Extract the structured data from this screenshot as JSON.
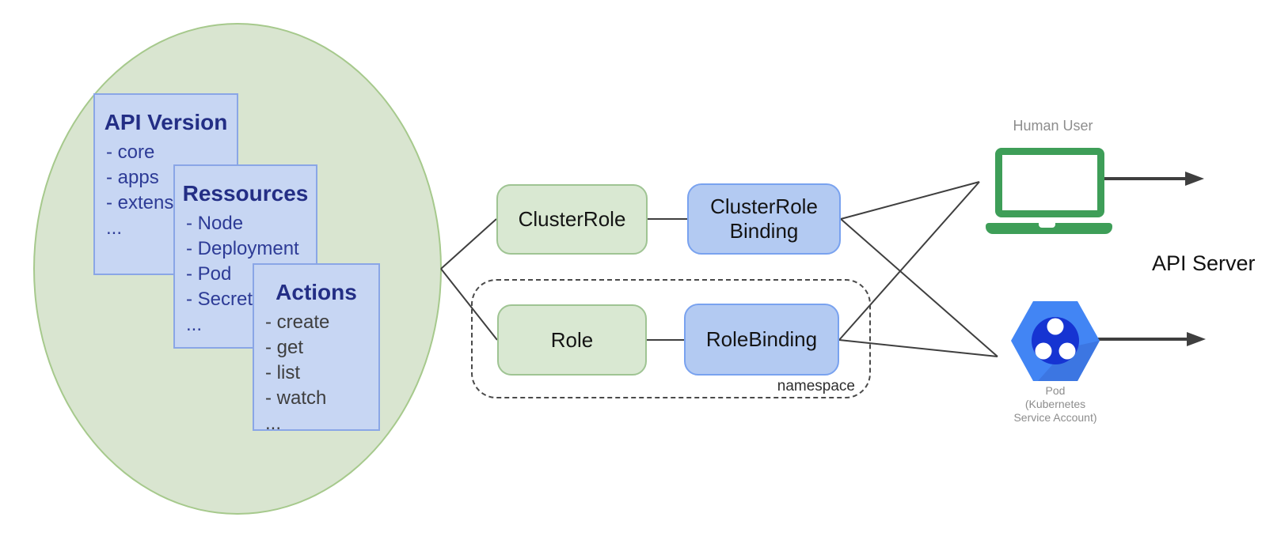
{
  "diagram": {
    "scope": {
      "cards": [
        {
          "title": "API Version",
          "items": [
            "- core",
            "- apps",
            "- extensi",
            "..."
          ]
        },
        {
          "title": "Ressources",
          "items": [
            "- Node",
            "- Deployment",
            "- Pod",
            "- Secret",
            "..."
          ]
        },
        {
          "title": "Actions",
          "items": [
            "- create",
            "- get",
            "- list",
            "- watch",
            "..."
          ]
        }
      ]
    },
    "rbac": {
      "cluster_role": "ClusterRole",
      "cluster_role_binding": "ClusterRole Binding",
      "role": "Role",
      "role_binding": "RoleBinding",
      "namespace": "namespace"
    },
    "actors": {
      "human_user": "Human User",
      "api_server": "API Server",
      "pod_caption_line1": "Pod",
      "pod_caption_line2": "(Kubernetes",
      "pod_caption_line3": "Service Account)"
    },
    "colors": {
      "scope_fill": "#d9e5d0",
      "scope_stroke": "#a6c98c",
      "card_fill": "#c7d6f3",
      "card_stroke": "#8aa6e6",
      "card_text": "#2d3b96",
      "green_box_fill": "#d9e8d2",
      "green_box_stroke": "#9fc493",
      "blue_box_fill": "#b3caf2",
      "blue_box_stroke": "#79a2ef",
      "connector": "#3f3f3f",
      "laptop_green": "#3e9e58",
      "pod_hexagon": "#4285f4",
      "pod_inner_circle": "#1634d2",
      "muted_label": "#8d8d8d"
    }
  }
}
